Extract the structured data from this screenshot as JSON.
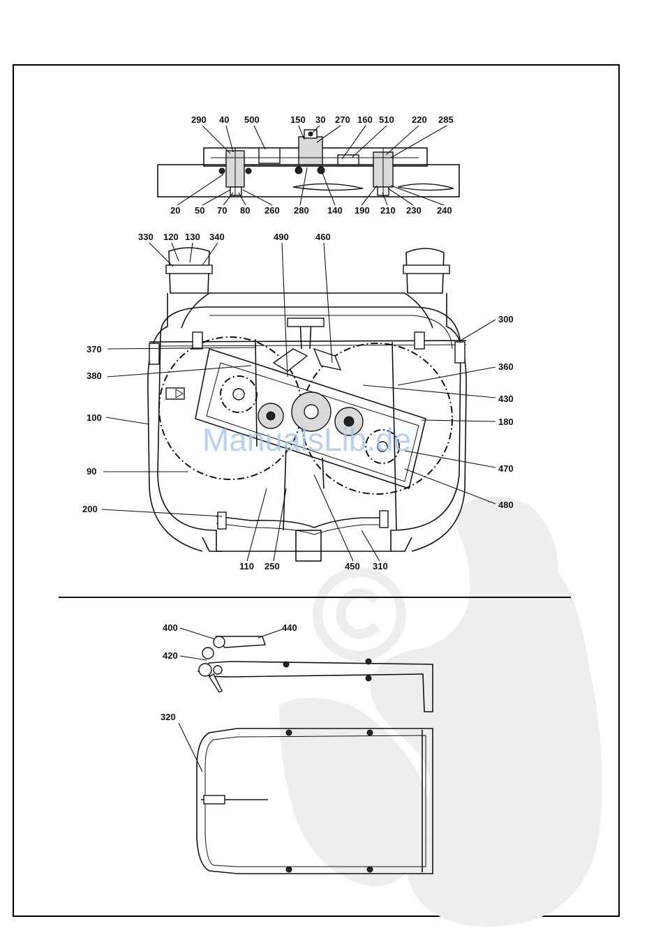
{
  "watermark": {
    "text": "ManualsLib.de"
  },
  "labels": {
    "top_view": [
      {
        "id": "290",
        "text": "290"
      },
      {
        "id": "40",
        "text": "40"
      },
      {
        "id": "500",
        "text": "500"
      },
      {
        "id": "150",
        "text": "150"
      },
      {
        "id": "30",
        "text": "30"
      },
      {
        "id": "270",
        "text": "270"
      },
      {
        "id": "160",
        "text": "160"
      },
      {
        "id": "510",
        "text": "510"
      },
      {
        "id": "220",
        "text": "220"
      },
      {
        "id": "285",
        "text": "285"
      },
      {
        "id": "20",
        "text": "20"
      },
      {
        "id": "50",
        "text": "50"
      },
      {
        "id": "70",
        "text": "70"
      },
      {
        "id": "80",
        "text": "80"
      },
      {
        "id": "260",
        "text": "260"
      },
      {
        "id": "280",
        "text": "280"
      },
      {
        "id": "140",
        "text": "140"
      },
      {
        "id": "190",
        "text": "190"
      },
      {
        "id": "210",
        "text": "210"
      },
      {
        "id": "230",
        "text": "230"
      },
      {
        "id": "240",
        "text": "240"
      }
    ],
    "deck_view": [
      {
        "id": "330",
        "text": "330"
      },
      {
        "id": "120",
        "text": "120"
      },
      {
        "id": "130",
        "text": "130"
      },
      {
        "id": "340",
        "text": "340"
      },
      {
        "id": "490",
        "text": "490"
      },
      {
        "id": "460",
        "text": "460"
      },
      {
        "id": "300",
        "text": "300"
      },
      {
        "id": "370",
        "text": "370"
      },
      {
        "id": "360",
        "text": "360"
      },
      {
        "id": "380",
        "text": "380"
      },
      {
        "id": "430",
        "text": "430"
      },
      {
        "id": "100",
        "text": "100"
      },
      {
        "id": "180",
        "text": "180"
      },
      {
        "id": "90",
        "text": "90"
      },
      {
        "id": "470",
        "text": "470"
      },
      {
        "id": "480",
        "text": "480"
      },
      {
        "id": "200",
        "text": "200"
      },
      {
        "id": "110",
        "text": "110"
      },
      {
        "id": "250",
        "text": "250"
      },
      {
        "id": "450",
        "text": "450"
      },
      {
        "id": "310",
        "text": "310"
      }
    ],
    "lift_view": [
      {
        "id": "400",
        "text": "400"
      },
      {
        "id": "440",
        "text": "440"
      },
      {
        "id": "420",
        "text": "420"
      },
      {
        "id": "320",
        "text": "320"
      }
    ]
  }
}
